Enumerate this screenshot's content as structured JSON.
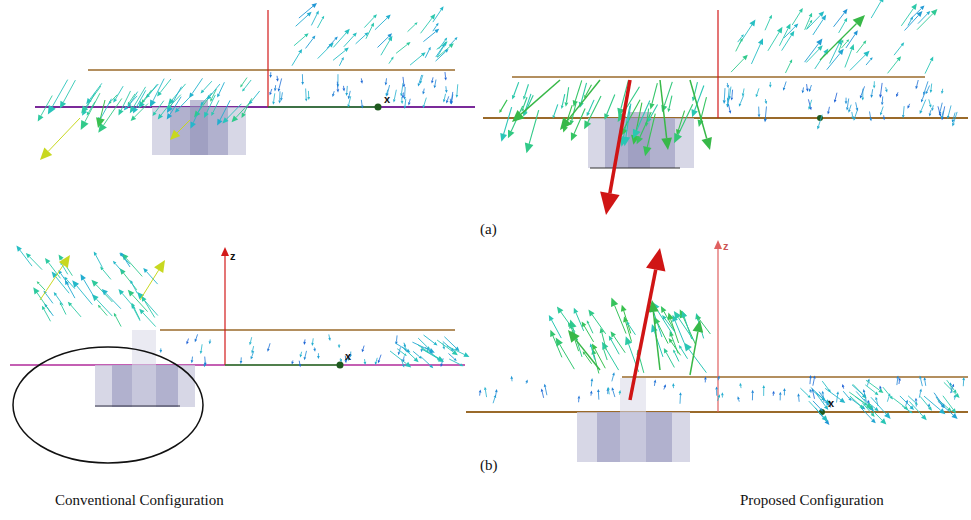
{
  "diagram": {
    "labels": [
      "x",
      "(a)",
      "z",
      "x",
      "(b)",
      "z",
      "x",
      "Conventional Configuration",
      "Proposed Configuration"
    ]
  }
}
